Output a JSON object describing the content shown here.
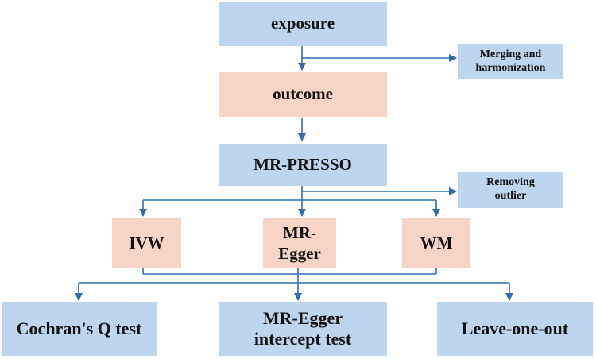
{
  "nodes": {
    "exposure": "exposure",
    "outcome": "outcome",
    "mr_presso": "MR-PRESSO",
    "merging": "Merging and\nharmonization",
    "removing": "Removing\noutlier",
    "ivw": "IVW",
    "mr_egger": "MR-\nEgger",
    "wm": "WM",
    "cochran": "Cochran's Q test",
    "intercept": "MR-Egger\nintercept test",
    "leave_one_out": "Leave-one-out"
  },
  "colors": {
    "blue_box": "#bdd5ef",
    "pink_box": "#f8d4c6",
    "arrow": "#2e6db4"
  }
}
